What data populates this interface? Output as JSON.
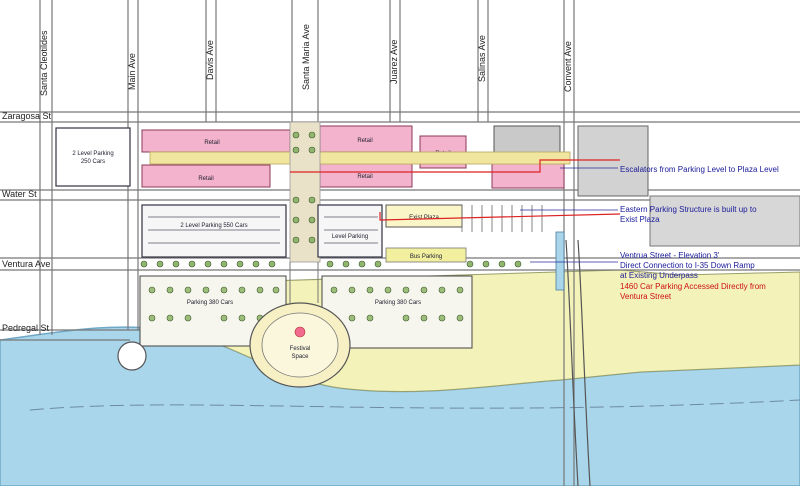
{
  "colors": {
    "water": "#a9d6ea",
    "retail": "#f4b3cc",
    "grass": "#f3f2b8",
    "blue_note": "#1a1a9a",
    "red_note": "#cc1111",
    "red_line": "#dd2222"
  },
  "streets": {
    "vertical": [
      "Santa Cleotildes",
      "Main Ave",
      "Davis Ave",
      "Santa Maria Ave",
      "Juarez Ave",
      "Salinas Ave",
      "Convent Ave"
    ],
    "horizontal": [
      "Zaragosa St",
      "Water St",
      "Ventura Ave",
      "Pedregal St"
    ]
  },
  "labels": {
    "parking_2level_a": "2 Level Parking",
    "parking_2level_b": "250 Cars",
    "retail": "Retail",
    "level_parking_550": "2 Level Parking 550 Cars",
    "level_parking": "Level Parking",
    "exist_plaza": "Exist Plaza",
    "bus_parking": "Bus Parking",
    "parking_lot_left": "Parking 380 Cars",
    "parking_lot_right": "Parking 380 Cars",
    "festival_a": "Festival",
    "festival_b": "Space"
  },
  "notes": {
    "escalators": "Escalators from Parking Level to Plaza Level",
    "eastern_1": "Eastern Parking Structure is built up to",
    "eastern_2": "Exist Plaza",
    "ventura_1": "Ventrua Street - Elevation 3'",
    "ventura_2": "Direct Connection to I-35 Down Ramp",
    "ventura_3": "at Existing Underpass",
    "parking_1": "1460 Car Parking Accessed Directly from",
    "parking_2": "Ventura Street"
  }
}
